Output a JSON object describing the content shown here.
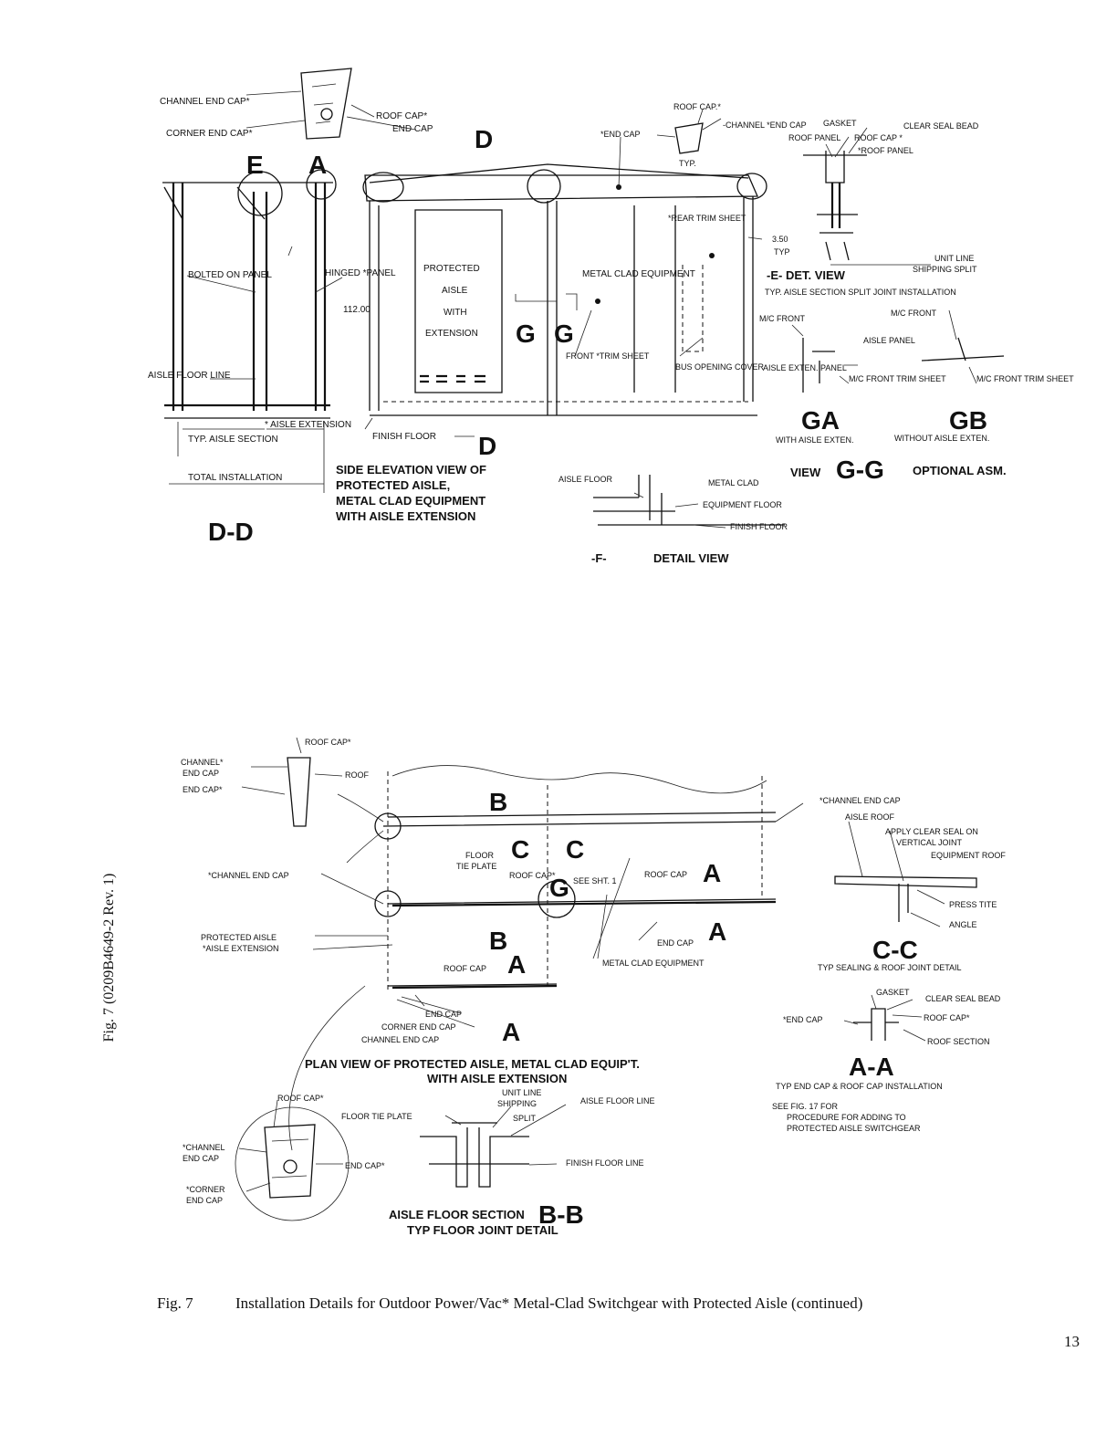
{
  "top": {
    "dd_labels": {
      "channel_end_cap": "CHANNEL END CAP*",
      "corner_end_cap": "CORNER END CAP*",
      "roof_cap": "ROOF CAP*",
      "end_cap": "END CAP",
      "bolted_on_panel": "BOLTED ON PANEL",
      "hinged_panel": "HINGED *PANEL",
      "aisle_floor_line": "AISLE FLOOR LINE",
      "typ_aisle_section": "TYP. AISLE SECTION",
      "aisle_extension": "* AISLE EXTENSION",
      "total_installation": "TOTAL INSTALLATION",
      "dim_112": "112.00",
      "marker_e": "E",
      "marker_a": "A",
      "title": "D-D"
    },
    "elevation": {
      "protected_aisle": [
        "PROTECTED",
        "AISLE",
        "WITH",
        "EXTENSION"
      ],
      "metal_clad_equipment": "METAL CLAD EQUIPMENT",
      "rear_trim_sheet": "*REAR TRIM SHEET",
      "front_trim_sheet": "FRONT *TRIM SHEET",
      "bus_opening_cover": "BUS OPENING COVER",
      "finish_floor": "FINISH FLOOR",
      "dim_350": "3.50",
      "typ": "TYP",
      "end_cap": "*END CAP",
      "roof_cap": "ROOF CAP.*",
      "channel_end_cap": "-CHANNEL *END CAP",
      "typ_small": "TYP.",
      "marker_d": "D",
      "marker_g": "G",
      "title_lines": [
        "SIDE ELEVATION VIEW OF",
        "PROTECTED AISLE,",
        "METAL CLAD EQUIPMENT",
        "WITH AISLE EXTENSION"
      ]
    },
    "detail_e": {
      "gasket": "GASKET",
      "clear_seal_bead": "CLEAR SEAL BEAD",
      "roof_panel": "ROOF PANEL",
      "roof_cap": "ROOF CAP *",
      "roof_panel2": "*ROOF PANEL",
      "unit_line": "UNIT LINE",
      "shipping_split": "SHIPPING SPLIT",
      "title": "-E- DET. VIEW",
      "subtitle": "TYP. AISLE SECTION SPLIT JOINT INSTALLATION"
    },
    "detail_g": {
      "mc_front": "M/C FRONT",
      "aisle_panel": "AISLE PANEL",
      "aisle_exten_panel": "AISLE EXTEN. PANEL",
      "mc_front_trim": "M/C FRONT TRIM SHEET",
      "ga": "GA",
      "gb": "GB",
      "with_ext": "WITH AISLE EXTEN.",
      "without_ext": "WITHOUT AISLE EXTEN.",
      "view": "VIEW",
      "gg": "G-G",
      "optional": "OPTIONAL ASM."
    },
    "detail_f": {
      "aisle_floor": "AISLE FLOOR",
      "metal_clad": "METAL CLAD",
      "equipment_floor": "EQUIPMENT FLOOR",
      "finish_floor": "FINISH FLOOR",
      "title": "DETAIL VIEW",
      "marker": "-F-"
    }
  },
  "bottom": {
    "plan": {
      "roof_cap": "ROOF CAP*",
      "channel_end_cap": "CHANNEL* END CAP",
      "end_cap": "END CAP*",
      "roof": "ROOF",
      "channel_end_cap_star": "*CHANNEL END CAP",
      "protected_aisle": "PROTECTED AISLE",
      "aisle_extension": "*AISLE EXTENSION",
      "floor_tie_plate": "FLOOR TIE PLATE",
      "roof_cap_plan": "ROOF CAP*",
      "see_sht": "SEE SHT. 1",
      "roof_cap_a": "ROOF CAP",
      "end_cap_a": "END CAP",
      "metal_clad_equipment": "METAL CLAD EQUIPMENT",
      "roof_cap_a2": "ROOF CAP",
      "end_cap_b": "END CAP",
      "corner_end_cap": "CORNER END CAP",
      "channel_end_cap_b": "CHANNEL END CAP",
      "marker_a": "A",
      "marker_b": "B",
      "marker_c": "C",
      "marker_g": "G",
      "title_lines": [
        "PLAN VIEW OF PROTECTED AISLE, METAL CLAD EQUIP'T.",
        "WITH AISLE EXTENSION"
      ]
    },
    "detail_cc": {
      "channel_end_cap": "*CHANNEL END CAP",
      "aisle_roof": "AISLE ROOF",
      "apply_seal": "APPLY CLEAR SEAL ON VERTICAL JOINT",
      "equipment_roof": "EQUIPMENT ROOF",
      "press_tite": "PRESS TITE",
      "angle": "ANGLE",
      "title": "C-C",
      "subtitle": "TYP SEALING & ROOF JOINT DETAIL"
    },
    "detail_aa": {
      "gasket": "GASKET",
      "clear_seal_bead": "CLEAR SEAL BEAD",
      "end_cap": "*END CAP",
      "roof_cap": "ROOF CAP*",
      "roof_section": "ROOF SECTION",
      "title": "A-A",
      "subtitle": "TYP END CAP & ROOF CAP INSTALLATION",
      "note": [
        "SEE FIG. 17 FOR",
        "PROCEDURE FOR ADDING TO",
        "PROTECTED AISLE SWITCHGEAR"
      ]
    },
    "detail_bb": {
      "roof_cap": "ROOF CAP*",
      "channel_end_cap": "*CHANNEL END CAP",
      "corner_end_cap": "*CORNER END CAP",
      "end_cap": "END CAP*",
      "floor_tie_plate": "FLOOR TIE PLATE",
      "unit_line": "UNIT LINE",
      "shipping_split": "SHIPPING SPLIT",
      "aisle_floor_line": "AISLE FLOOR LINE",
      "finish_floor_line": "FINISH FLOOR LINE",
      "title": "AISLE FLOOR SECTION",
      "title_mark": "B-B",
      "subtitle": "TYP FLOOR JOINT DETAIL"
    }
  },
  "caption": {
    "fig": "Fig. 7",
    "text": "Installation Details for Outdoor Power/Vac* Metal-Clad Switchgear with Protected Aisle (continued)"
  },
  "side_note": "Fig. 7 (0209B4649-2 Rev. 1)",
  "page_number": "13"
}
